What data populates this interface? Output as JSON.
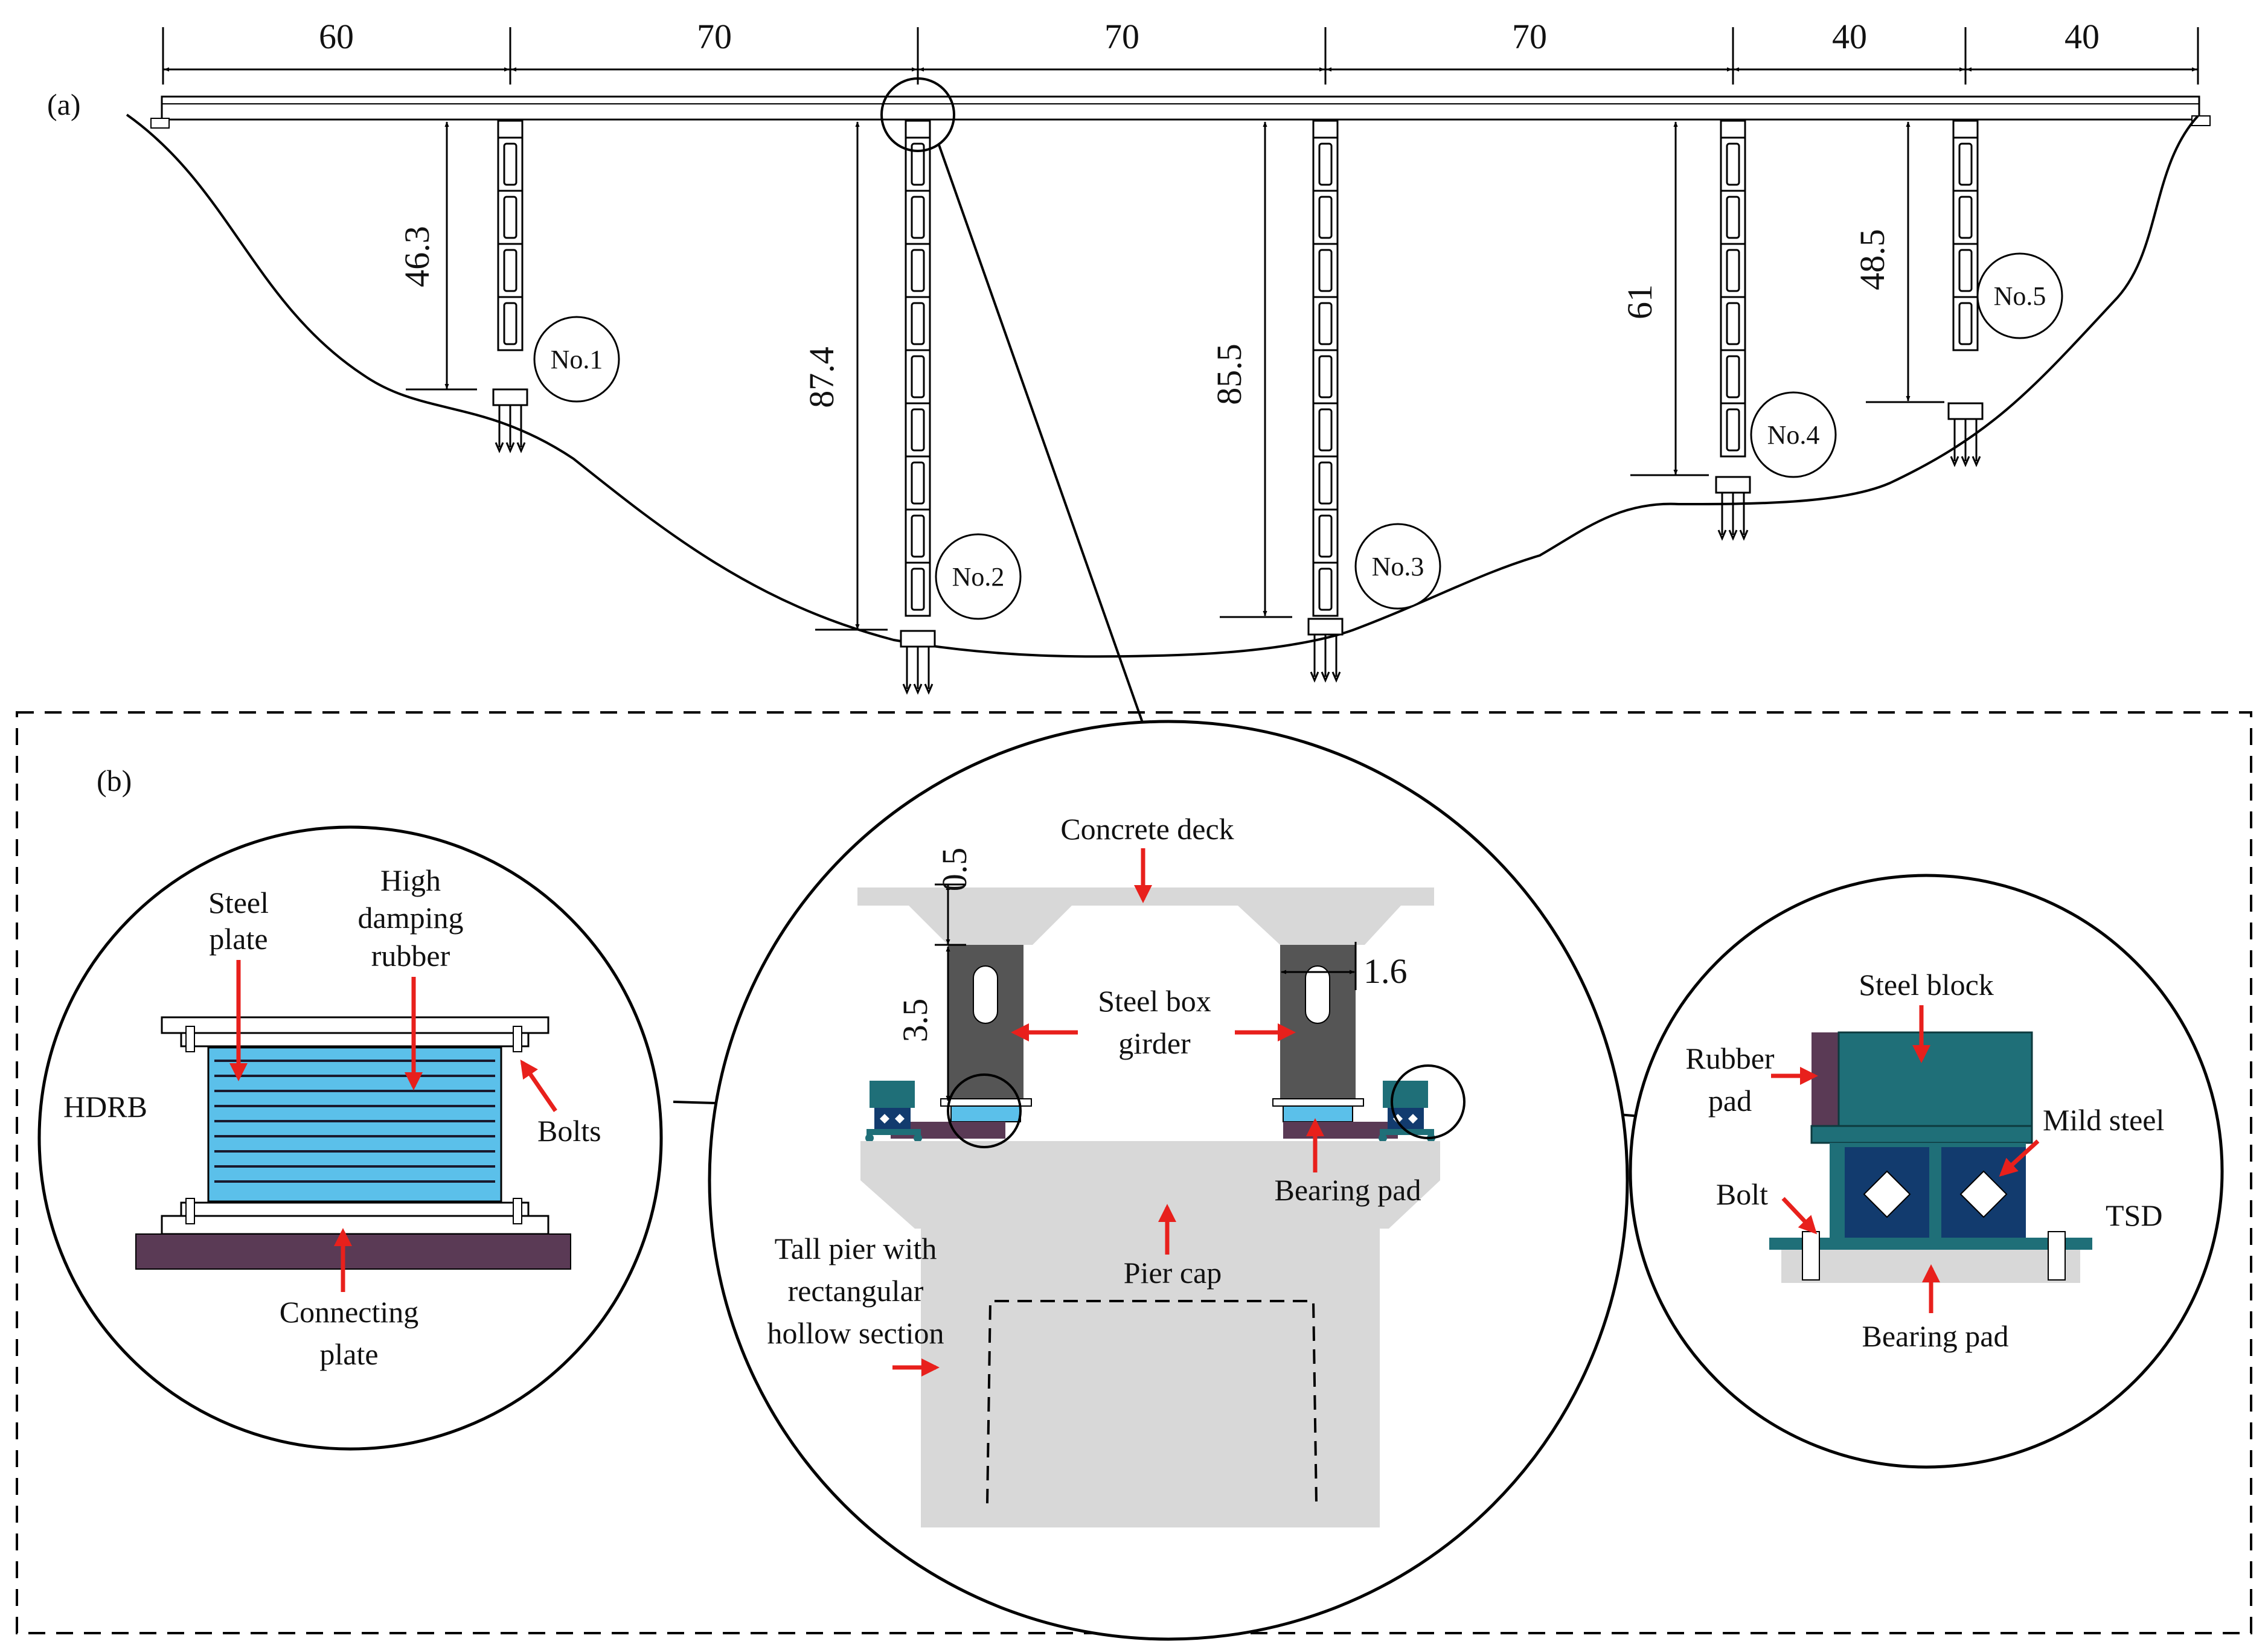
{
  "panel_a": {
    "label": "(a)",
    "span_lengths": [
      "60",
      "70",
      "70",
      "70",
      "40",
      "40"
    ],
    "pier_heights": [
      "46.3",
      "87.4",
      "85.5",
      "61",
      "48.5"
    ],
    "pier_labels": [
      "No.1",
      "No.2",
      "No.3",
      "No.4",
      "No.5"
    ]
  },
  "panel_b": {
    "label": "(b)",
    "hdrb": {
      "title": "HDRB",
      "steel_plate": [
        "Steel",
        "plate"
      ],
      "rubber": [
        "High",
        "damping",
        "rubber"
      ],
      "bolts": "Bolts",
      "connecting_plate": [
        "Connecting",
        "plate"
      ]
    },
    "pier_section": {
      "concrete_deck": "Concrete deck",
      "dim_flange": "0.5",
      "dim_web": "3.5",
      "dim_width": "1.6",
      "girder": [
        "Steel box",
        "girder"
      ],
      "bearing_pad": "Bearing pad",
      "pier_cap": "Pier cap",
      "tall_pier": [
        "Tall pier with",
        "rectangular",
        "hollow section"
      ]
    },
    "tsd": {
      "steel_block": "Steel block",
      "rubber_pad": [
        "Rubber",
        "pad"
      ],
      "mild_steel": "Mild steel",
      "bolt": "Bolt",
      "title": "TSD",
      "bearing_pad": "Bearing pad"
    }
  },
  "colors": {
    "rubber_blue": "#5bc0ea",
    "plate_purple": "#5a3a55",
    "girder_gray": "#555555",
    "concrete_gray": "#d8d8d8",
    "tsd_teal": "#1f6f78",
    "tsd_navy": "#123b6e",
    "arrow_red": "#e8201c"
  }
}
